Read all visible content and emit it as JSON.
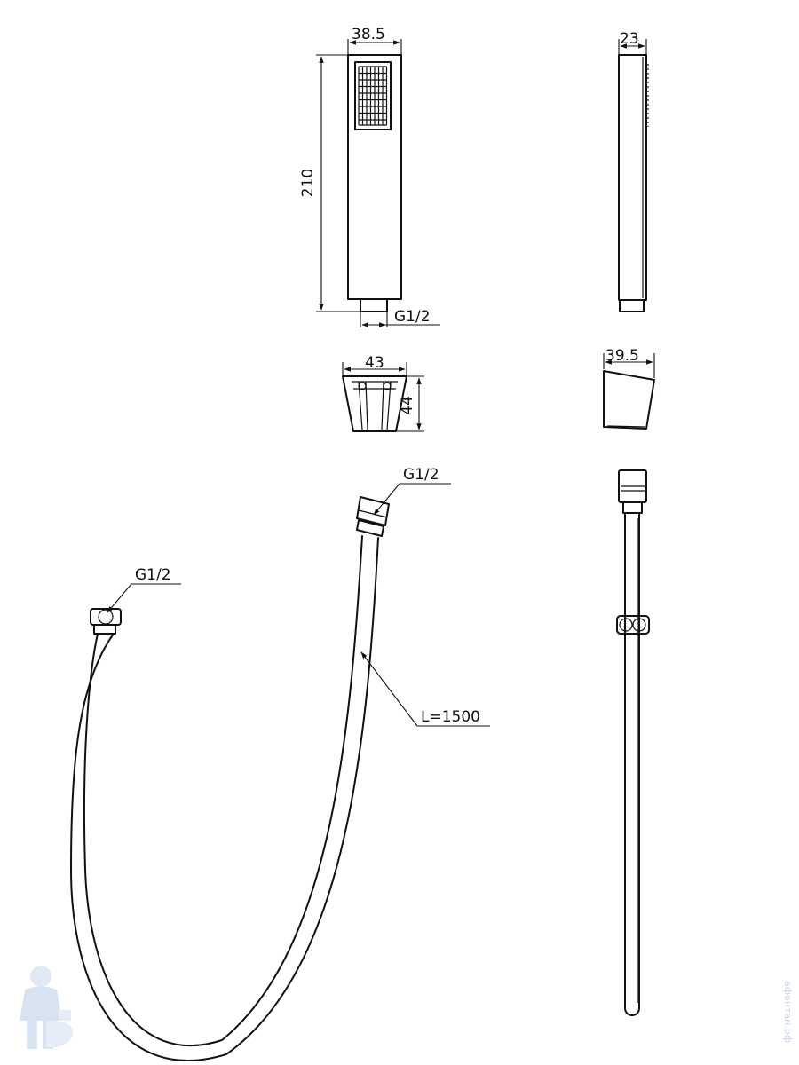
{
  "dimensions": {
    "handset_width": "38.5",
    "handset_height": "210",
    "handset_thread": "G1/2",
    "handset_depth": "23",
    "holder_width": "43",
    "holder_height": "44",
    "holder_side_width": "39.5",
    "hose_thread_top": "G1/2",
    "hose_thread_left": "G1/2",
    "hose_length": "L=1500"
  },
  "watermark": {
    "text": "афонтан.рф"
  }
}
